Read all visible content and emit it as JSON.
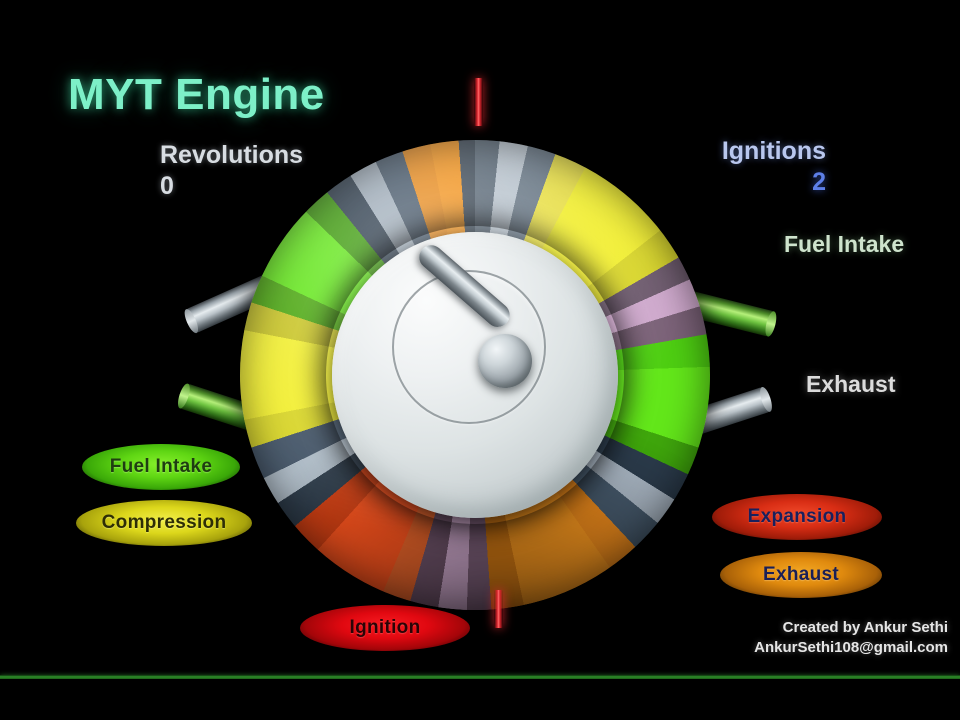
{
  "title": "MYT Engine",
  "counters": {
    "revolutions": {
      "label": "Revolutions",
      "value": "0"
    },
    "ignitions": {
      "label": "Ignitions",
      "value": "2"
    }
  },
  "port_labels": {
    "fuel_intake": "Fuel Intake",
    "exhaust": "Exhaust"
  },
  "stage_badges": [
    {
      "name": "fuel-intake",
      "label": "Fuel Intake",
      "color": "#5fd613",
      "text_color": "#1f3d12"
    },
    {
      "name": "compression",
      "label": "Compression",
      "color": "#dcd71b",
      "text_color": "#2e2e06"
    },
    {
      "name": "expansion",
      "label": "Expansion",
      "color": "#d82d14",
      "text_color": "#18205e"
    },
    {
      "name": "exhaust",
      "label": "Exhaust",
      "color": "#e08a0e",
      "text_color": "#1a1f56"
    },
    {
      "name": "ignition",
      "label": "Ignition",
      "color": "#e00810",
      "text_color": "#2a0406"
    }
  ],
  "credits": {
    "line1": "Created by Ankur Sethi",
    "line2": "AnkurSethi108@gmail.com"
  },
  "colors": {
    "background": "#000000",
    "title": "#7df0c8",
    "revolutions_text": "#d8dde2",
    "ignitions_label": "#b9c7ee",
    "ignitions_value": "#5d7fe8",
    "fuel_intake_label": "#cfe4cd",
    "exhaust_label": "#dcdcdc",
    "timing_marker": "#d8242c",
    "progress_bar": "#2f8f2a",
    "hub": "#dde3e4"
  },
  "ring_segments": [
    {
      "color": "#5b6a78",
      "name": "metal"
    },
    {
      "color": "#f2ef32",
      "name": "yellow"
    },
    {
      "color": "#cfa9cd",
      "name": "mauve"
    },
    {
      "color": "#63e71a",
      "name": "green"
    },
    {
      "color": "#aab7c4",
      "name": "metal"
    },
    {
      "color": "#f2941f",
      "name": "orange"
    },
    {
      "color": "#caa5c8",
      "name": "mauve"
    },
    {
      "color": "#f4521e",
      "name": "red-orange"
    },
    {
      "color": "#aebbc6",
      "name": "metal"
    },
    {
      "color": "#f2ef32",
      "name": "yellow"
    },
    {
      "color": "#63e71a",
      "name": "green"
    },
    {
      "color": "#9fadba",
      "name": "metal"
    },
    {
      "color": "#f2941f",
      "name": "orange"
    }
  ],
  "ports": [
    {
      "name": "port-upper-left",
      "style": "metal"
    },
    {
      "name": "port-lower-left",
      "style": "green"
    },
    {
      "name": "port-upper-right",
      "style": "green"
    },
    {
      "name": "port-lower-right",
      "style": "metal"
    }
  ]
}
